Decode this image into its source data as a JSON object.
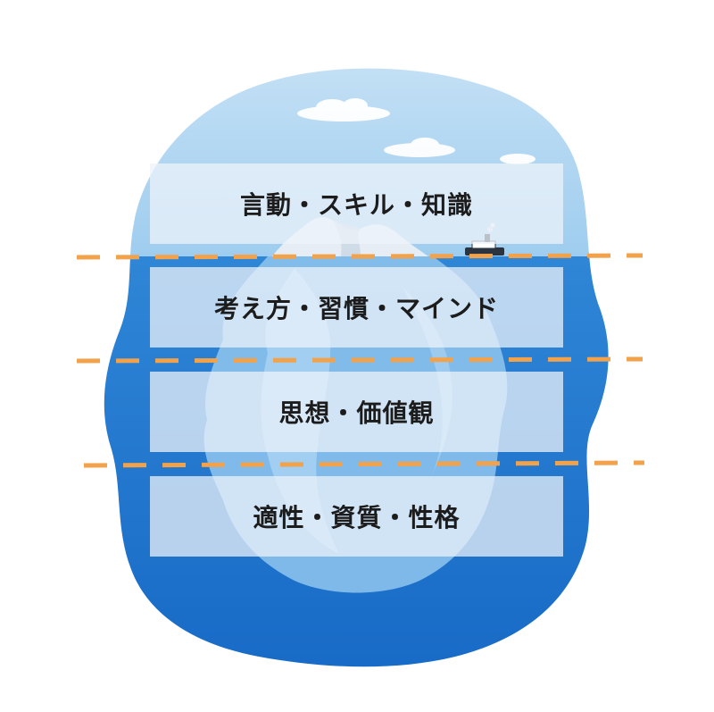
{
  "layers": [
    {
      "label": "言動・スキル・知識"
    },
    {
      "label": "考え方・習慣・マインド"
    },
    {
      "label": "思想・価値観"
    },
    {
      "label": "適性・資質・性格"
    }
  ],
  "colors": {
    "sky_light": "#cfe6f7",
    "sky": "#9fcdef",
    "water_top": "#2f86d6",
    "water_bottom": "#1567c4",
    "ice_above": "#e6edf5",
    "ice_below": "#8fc6ee",
    "divider": "#f2a24b",
    "label_bg": "#eef3fa",
    "label_text": "#1c1c1c"
  },
  "icons": [
    "iceberg-illustration",
    "ship-icon",
    "cloud-icon"
  ]
}
